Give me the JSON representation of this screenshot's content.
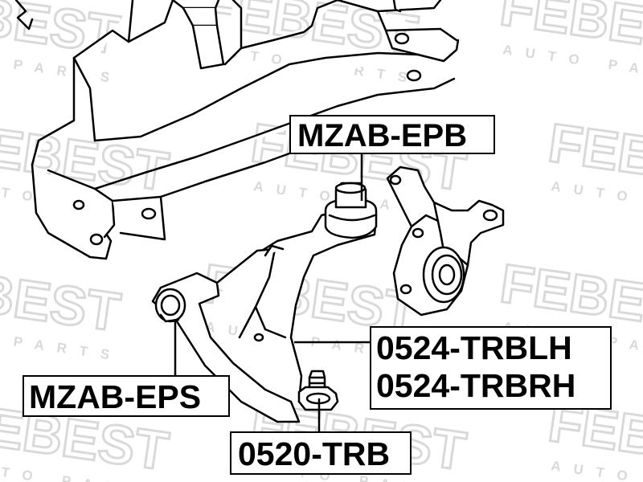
{
  "watermark": {
    "brand": "FEBEST",
    "tagline": "AUTO PARTS",
    "color": "#d9d9d9"
  },
  "diagram": {
    "line_color": "#000000",
    "background": "#ffffff"
  },
  "labels": {
    "mzab_epb": "MZAB-EPB",
    "mzab_eps": "MZAB-EPS",
    "trb": "0520-TRB",
    "trblh": "0524-TRBLH",
    "trbrh": "0524-TRBRH"
  }
}
